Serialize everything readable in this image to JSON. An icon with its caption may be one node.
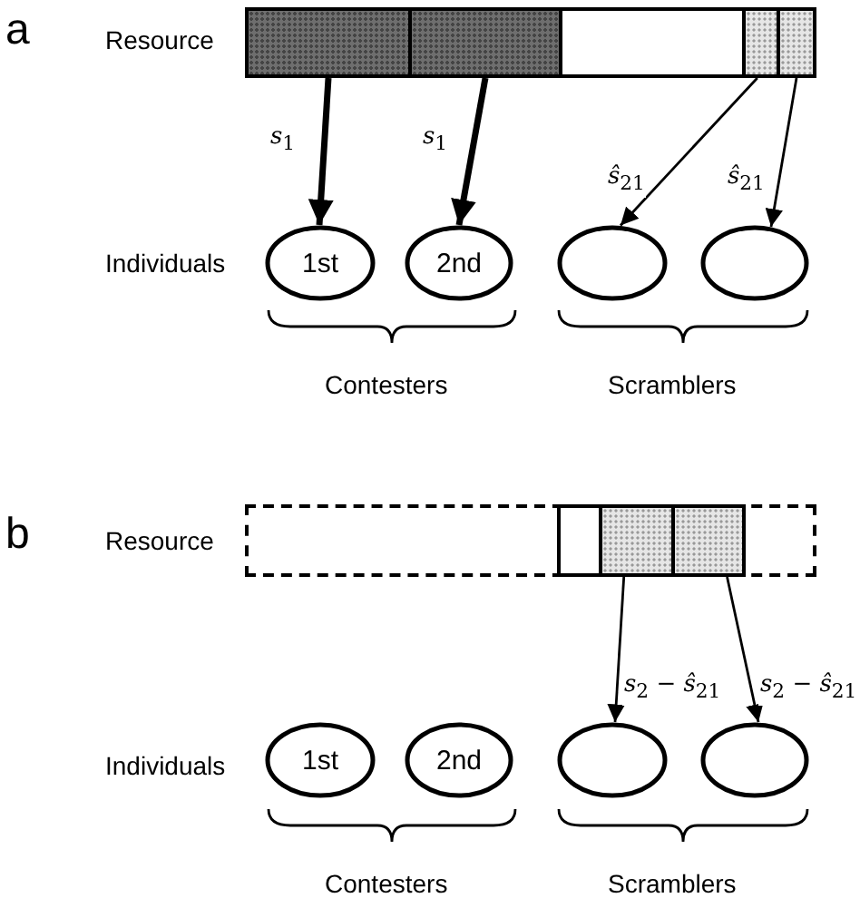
{
  "diagram": {
    "nodes": [
      {
        "text": [],
        "shape": "box"
      },
      {
        "text": [],
        "shape": "box"
      },
      {
        "text": [],
        "shape": "box"
      },
      {
        "text": [],
        "shape": "box"
      },
      {
        "text": [],
        "shape": "box"
      },
      {
        "text": [
          "1st"
        ]
      },
      {
        "text": [
          "2nd"
        ]
      },
      {
        "text": [],
        "shape": "ellipse"
      },
      {
        "text": [],
        "shape": "ellipse"
      },
      {
        "text": [],
        "shape": "box"
      },
      {
        "text": [],
        "shape": "box"
      },
      {
        "text": [],
        "shape": "box"
      },
      {
        "text": [
          "1st"
        ]
      },
      {
        "text": [
          "2nd"
        ]
      },
      {
        "text": [],
        "shape": "ellipse"
      },
      {
        "text": [],
        "shape": "ellipse"
      }
    ],
    "edges": [
      {
        "from": 0,
        "to": 5,
        "arrow": "to",
        "label": "*s*$_{1}$",
        "style": "thick"
      },
      {
        "from": 1,
        "to": 6,
        "arrow": "to",
        "label": "*s*$_{1}$",
        "style": "thick"
      },
      {
        "from": 3,
        "to": 7,
        "arrow": "to",
        "label": "*ŝ*$_{21}$"
      },
      {
        "from": 4,
        "to": 8,
        "arrow": "to",
        "label": "*ŝ*$_{21}$"
      },
      {
        "from": 10,
        "to": 14,
        "arrow": "to",
        "label": "*s*$_{2}$ − *ŝ*$_{21}$"
      },
      {
        "from": 11,
        "to": 15,
        "arrow": "to",
        "label": "*s*$_{2}$ − *ŝ*$_{21}$"
      }
    ],
    "labels": [
      "a",
      "Resource",
      "Individuals",
      "Contesters",
      "Scramblers",
      "b",
      "Resource",
      "Individuals",
      "Contesters",
      "Scramblers"
    ]
  }
}
